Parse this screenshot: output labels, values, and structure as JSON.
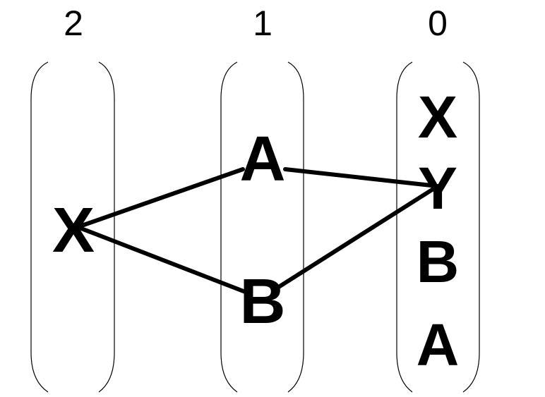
{
  "columns": [
    {
      "header": "2",
      "nodes": [
        "X"
      ]
    },
    {
      "header": "1",
      "nodes": [
        "A",
        "B"
      ]
    },
    {
      "header": "0",
      "nodes": [
        "X",
        "Y",
        "B",
        "A"
      ]
    }
  ],
  "edges": [
    {
      "from": "X (2)",
      "to": "A (1)"
    },
    {
      "from": "X (2)",
      "to": "B (1)"
    },
    {
      "from": "A (1)",
      "to": "Y (0)"
    },
    {
      "from": "B (1)",
      "to": "Y (0)"
    }
  ],
  "colors": {
    "stroke": "#000000",
    "background": "#ffffff"
  }
}
